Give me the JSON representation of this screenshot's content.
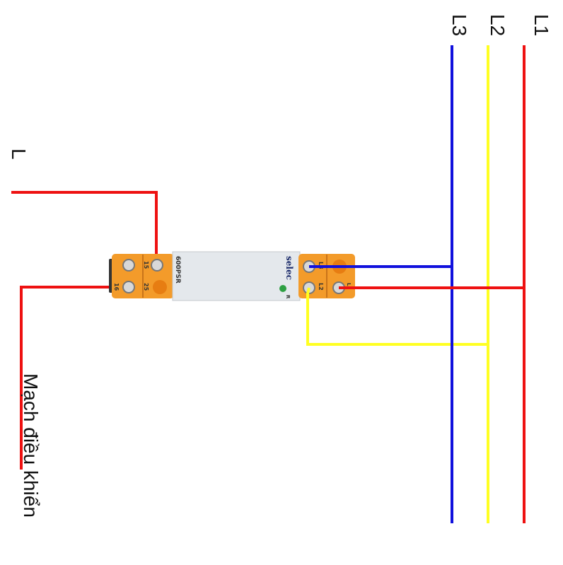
{
  "labels": {
    "l1": "L1",
    "l2": "L2",
    "l3": "L3",
    "l_input": "L",
    "control": "Mạch điều khiển"
  },
  "device": {
    "model": "600PSR",
    "brand": "selec",
    "led": "R",
    "terminals": {
      "t15": "15",
      "t25": "25",
      "t16": "16",
      "tl1": "L1",
      "tl2": "L2",
      "tl3": "L3"
    }
  },
  "colors": {
    "phase_l1": "#ee1111",
    "phase_l2": "#ffff22",
    "phase_l3": "#1111dd",
    "terminal_block": "#f39b2a",
    "relay_body": "#e4e8ec",
    "led": "#2ea043"
  }
}
